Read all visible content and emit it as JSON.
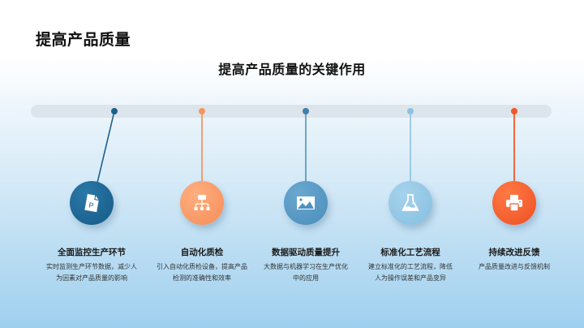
{
  "slide": {
    "title": "提高产品质量",
    "subtitle": "提高产品质量的关键作用"
  },
  "colors": {
    "track": "#dde5ec",
    "dark_blue": "#1c5f8c",
    "orange_light": "#f7945e",
    "mid_blue": "#4e92bf",
    "light_blue": "#8cc2e2",
    "red_orange": "#f2582a"
  },
  "timeline": {
    "items": [
      {
        "icon": "document-p-icon",
        "title": "全面监控生产环节",
        "desc": "实时监测生产环节数据，减少人为因素对产品质量的影响",
        "color": "#1c5f8c"
      },
      {
        "icon": "org-chart-icon",
        "title": "自动化质检",
        "desc": "引入自动化质检设备，提高产品检测的准确性和效率",
        "color": "#f7945e"
      },
      {
        "icon": "image-icon",
        "title": "数据驱动质量提升",
        "desc": "大数据与机器学习在生产优化中的应用",
        "color": "#4e92bf"
      },
      {
        "icon": "flask-icon",
        "title": "标准化工艺流程",
        "desc": "建立标准化的工艺流程，降低人为操作误差和产品变异",
        "color": "#8cc2e2"
      },
      {
        "icon": "printer-icon",
        "title": "持续改进反馈",
        "desc": "产品质量改进与反馈机制",
        "color": "#f2582a"
      }
    ]
  }
}
